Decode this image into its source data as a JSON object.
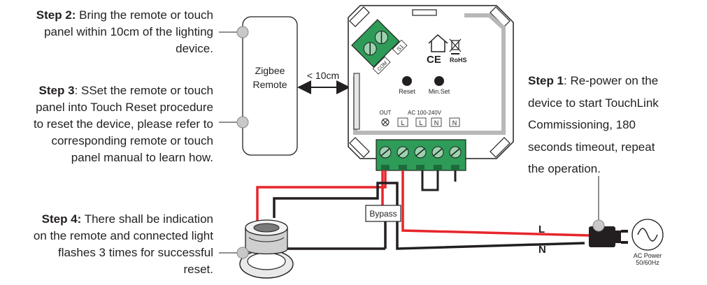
{
  "steps": [
    {
      "title": "Step 2:",
      "lines": [
        " Bring the remote or touch",
        "panel within 10cm of the lighting",
        "device."
      ]
    },
    {
      "title": "Step 3",
      "lines": [
        ": SSet the remote or touch",
        "panel into Touch Reset procedure",
        "to reset the device, please refer to",
        "corresponding remote or touch",
        "panel manual to learn how."
      ]
    },
    {
      "title": "Step 4:",
      "lines": [
        " There shall be indication",
        "on the remote and connected light",
        "flashes 3 times for successful",
        "reset."
      ]
    },
    {
      "title": "Step 1",
      "lines": [
        ": Re-power on the",
        "device to start TouchLink",
        "Commissioning, 180",
        "seconds timeout, repeat",
        "the operation."
      ]
    }
  ],
  "remote": {
    "line1": "Zigbee",
    "line2": "Remote"
  },
  "distance_label": "< 10cm",
  "device": {
    "terminal_s1": "S1",
    "terminal_com": "COM",
    "button_reset": "Reset",
    "button_minset": "Min.Set",
    "out_label": "OUT",
    "ac_label": "AC 100-240V",
    "terminals": [
      "L",
      "L",
      "N",
      "N"
    ],
    "ce_mark": "CE",
    "rohs_mark": "RoHS"
  },
  "bypass_label": "Bypass",
  "line_label": "L",
  "neutral_label": "N",
  "power": {
    "line1": "AC Power",
    "line2": "50/60Hz"
  },
  "colors": {
    "wire_live": "#e6262b",
    "wire_neutral": "#231f20",
    "terminal_green": "#2e9b58",
    "connector_gray": "#b8b8b8"
  }
}
